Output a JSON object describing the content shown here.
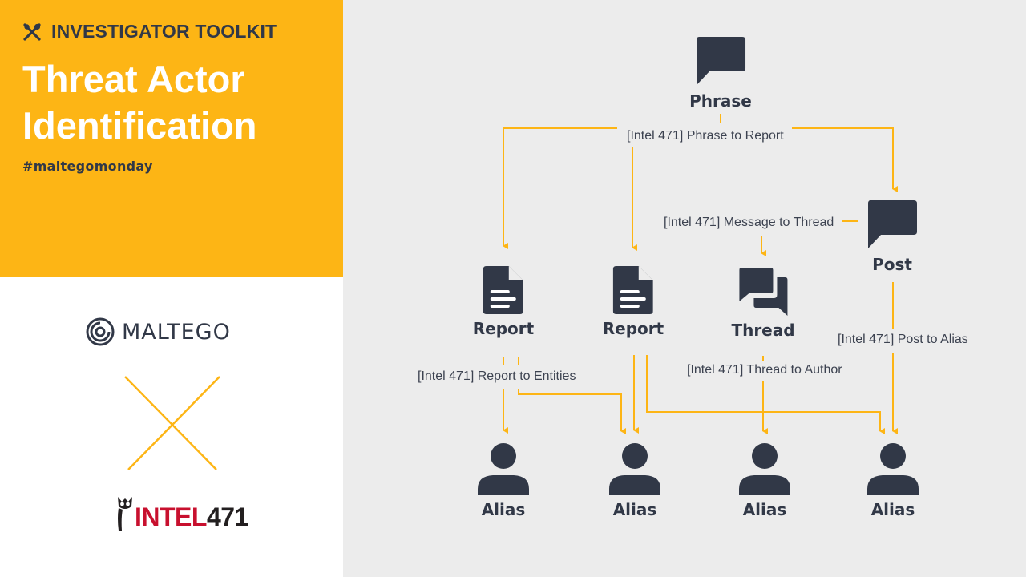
{
  "header": {
    "toolkit_label": "INVESTIGATOR TOOLKIT",
    "title_line1": "Threat Actor",
    "title_line2": "Identification",
    "hashtag": "#maltegomonday"
  },
  "logos": {
    "maltego": "MALTEGO",
    "intel_part1": "INTEL",
    "intel_part2": "471"
  },
  "colors": {
    "accent": "#fdb515",
    "dark": "#313847",
    "background": "#ececec",
    "intel_red": "#c8102e"
  },
  "nodes": {
    "phrase": {
      "label": "Phrase",
      "icon": "speech-bubble-icon"
    },
    "report1": {
      "label": "Report",
      "icon": "document-icon"
    },
    "report2": {
      "label": "Report",
      "icon": "document-icon"
    },
    "thread": {
      "label": "Thread",
      "icon": "conversation-icon"
    },
    "post": {
      "label": "Post",
      "icon": "speech-bubble-icon"
    },
    "alias1": {
      "label": "Alias",
      "icon": "person-icon"
    },
    "alias2": {
      "label": "Alias",
      "icon": "person-icon"
    },
    "alias3": {
      "label": "Alias",
      "icon": "person-icon"
    },
    "alias4": {
      "label": "Alias",
      "icon": "person-icon"
    }
  },
  "edges": {
    "phrase_to_report": "[Intel 471] Phrase to Report",
    "message_to_thread": "[Intel 471] Message to Thread",
    "report_to_entities": "[Intel 471] Report to Entities",
    "thread_to_author": "[Intel 471] Thread to Author",
    "post_to_alias": "[Intel 471] Post to Alias"
  }
}
